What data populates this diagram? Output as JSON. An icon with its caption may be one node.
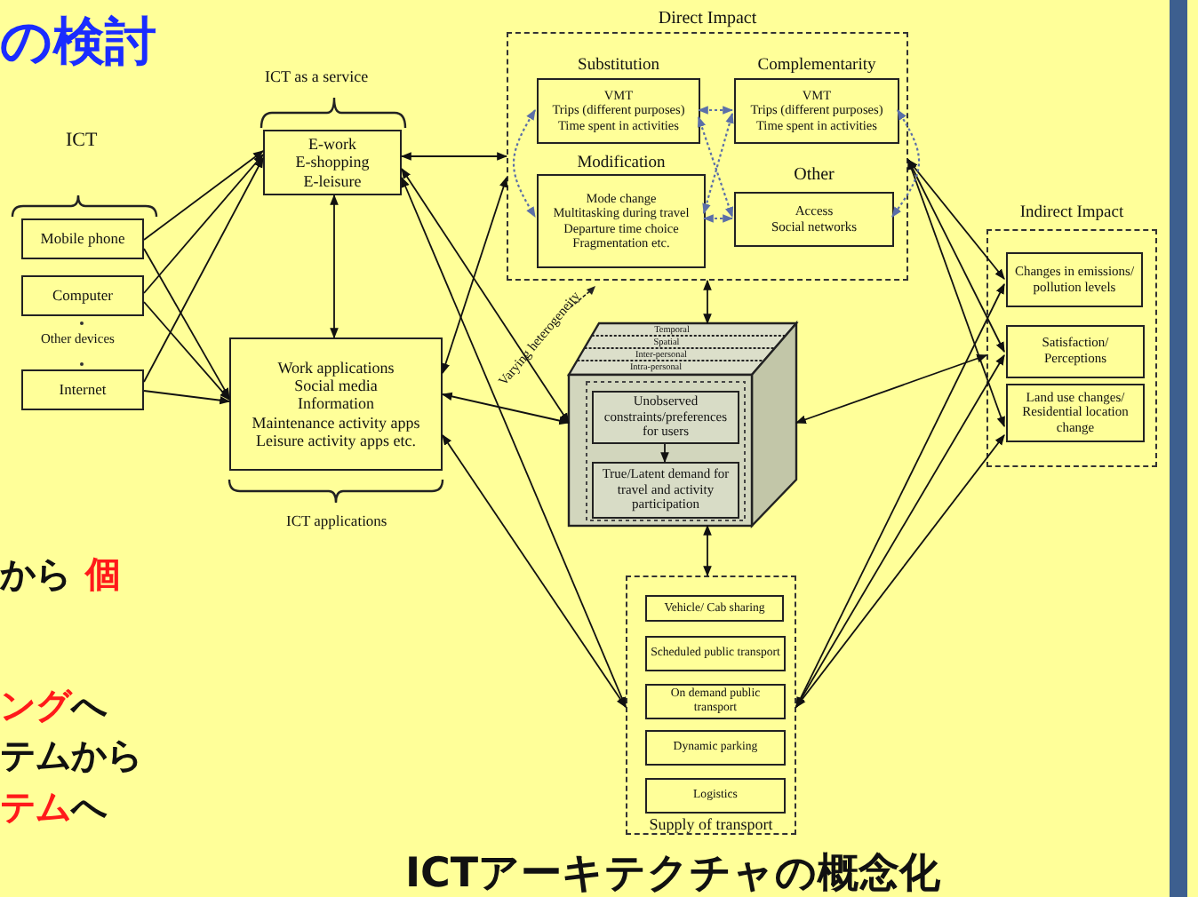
{
  "diagram": {
    "title": "の検討",
    "caption": "ICTアーキテクチャの概念化",
    "nodes": [
      {
        "text": [
          "Mobile phone"
        ]
      },
      {
        "text": [
          "Computer"
        ]
      },
      {
        "text": [
          "Internet"
        ]
      },
      {
        "text": [
          "E-work",
          "E-shopping",
          "E-leisure"
        ]
      },
      {
        "text": [
          "Work applications",
          "Social media",
          "Information",
          "Maintenance activity apps",
          "Leisure activity apps etc."
        ]
      },
      {
        "text": [
          "Direct Impact"
        ]
      },
      {
        "text": [
          "Substitution",
          "VMT",
          "Trips (different purposes)",
          "Time spent in activities"
        ],
        "in": 5
      },
      {
        "text": [
          "Complementarity",
          "VMT",
          "Trips (different purposes)",
          "Time spent in activities"
        ],
        "in": 5
      },
      {
        "text": [
          "Modification",
          "Mode change",
          "Multitasking during travel",
          "Departure time choice",
          "Fragmentation etc."
        ],
        "in": 5
      },
      {
        "text": [
          "Other",
          "Access",
          "Social networks"
        ],
        "in": 5
      },
      {
        "text": [
          "Indirect Impact"
        ]
      },
      {
        "text": [
          "Changes in emissions/ pollution levels"
        ],
        "in": 10
      },
      {
        "text": [
          "Satisfaction/ Perceptions"
        ],
        "in": 10
      },
      {
        "text": [
          "Land use changes/ Residential location change"
        ],
        "in": 10
      },
      {
        "text": [
          "Temporal",
          "Spatial",
          "Inter-personal",
          "Intra-personal"
        ],
        "beside": [
          "Varying heterogeneity"
        ]
      },
      {
        "text": [
          "Unobserved constraints/preferences for users"
        ],
        "in": 14
      },
      {
        "text": [
          "True/Latent demand for travel and activity participation"
        ],
        "in": 14
      },
      {
        "text": [
          "Supply of transport"
        ]
      },
      {
        "text": [
          "Vehicle/ Cab sharing"
        ],
        "in": 17
      },
      {
        "text": [
          "Scheduled public transport"
        ],
        "in": 17
      },
      {
        "text": [
          "On demand public transport"
        ],
        "in": 17
      },
      {
        "text": [
          "Dynamic parking"
        ],
        "in": 17
      },
      {
        "text": [
          "Logistics"
        ],
        "in": 17
      }
    ],
    "edges": [
      {
        "from": 0,
        "to": 3,
        "arrow": "to"
      },
      {
        "from": 0,
        "to": 4,
        "arrow": "to"
      },
      {
        "from": 1,
        "to": 3,
        "arrow": "to"
      },
      {
        "from": 1,
        "to": 4,
        "arrow": "to"
      },
      {
        "from": 2,
        "to": 3,
        "arrow": "to"
      },
      {
        "from": 2,
        "to": 4,
        "arrow": "to"
      },
      {
        "from": 3,
        "to": 4,
        "arrow": "both"
      },
      {
        "from": 3,
        "to": 5,
        "arrow": "both"
      },
      {
        "from": 4,
        "to": 5,
        "arrow": "both"
      },
      {
        "from": 3,
        "to": 14,
        "arrow": "both"
      },
      {
        "from": 4,
        "to": 14,
        "arrow": "both"
      },
      {
        "from": 3,
        "to": 17,
        "arrow": "both"
      },
      {
        "from": 4,
        "to": 17,
        "arrow": "both"
      },
      {
        "from": 5,
        "to": 11,
        "arrow": "both"
      },
      {
        "from": 5,
        "to": 12,
        "arrow": "both"
      },
      {
        "from": 5,
        "to": 13,
        "arrow": "both"
      },
      {
        "from": 17,
        "to": 11,
        "arrow": "both"
      },
      {
        "from": 17,
        "to": 12,
        "arrow": "both"
      },
      {
        "from": 17,
        "to": 13,
        "arrow": "both"
      },
      {
        "from": 14,
        "to": 10,
        "arrow": "both"
      },
      {
        "from": 5,
        "to": 14,
        "arrow": "both"
      },
      {
        "from": 14,
        "to": 17,
        "arrow": "both"
      },
      {
        "from": 15,
        "to": 16,
        "arrow": "to"
      },
      {
        "from": 6,
        "to": 7,
        "arrow": "both",
        "style": "dashed",
        "color": "#5b6fa8"
      },
      {
        "from": 8,
        "to": 9,
        "arrow": "both",
        "style": "dashed",
        "color": "#5b6fa8"
      },
      {
        "from": 6,
        "to": 9,
        "arrow": "both",
        "style": "dashed",
        "color": "#5b6fa8"
      },
      {
        "from": 8,
        "to": 7,
        "arrow": "both",
        "style": "dashed",
        "color": "#5b6fa8"
      },
      {
        "from": 6,
        "to": 8,
        "arrow": "both",
        "style": "dashed",
        "color": "#5b6fa8"
      },
      {
        "from": 7,
        "to": 9,
        "arrow": "both",
        "style": "dashed",
        "color": "#5b6fa8"
      }
    ],
    "labels": [
      "ICT",
      "ICT as a service",
      "Other devices",
      "ICT applications",
      "から",
      "個",
      "ング",
      "へ",
      "テムから",
      "テム",
      "へ"
    ]
  }
}
